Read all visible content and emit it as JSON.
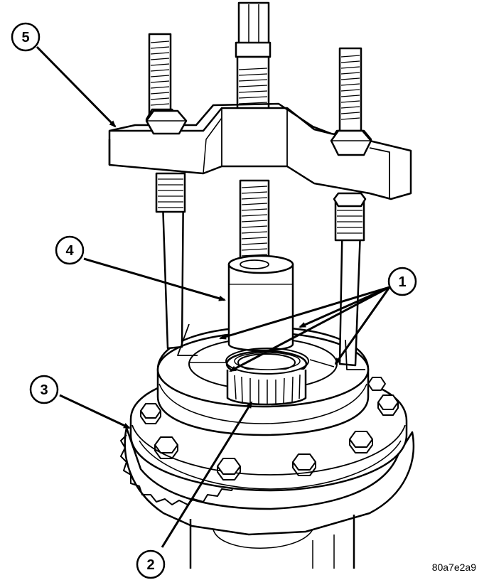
{
  "callouts": {
    "c1": "1",
    "c2": "2",
    "c3": "3",
    "c4": "4",
    "c5": "5"
  },
  "figure_code": "80a7e2a9",
  "colors": {
    "ink": "#000000",
    "paper": "#ffffff",
    "shade": "#d9d9d9"
  }
}
